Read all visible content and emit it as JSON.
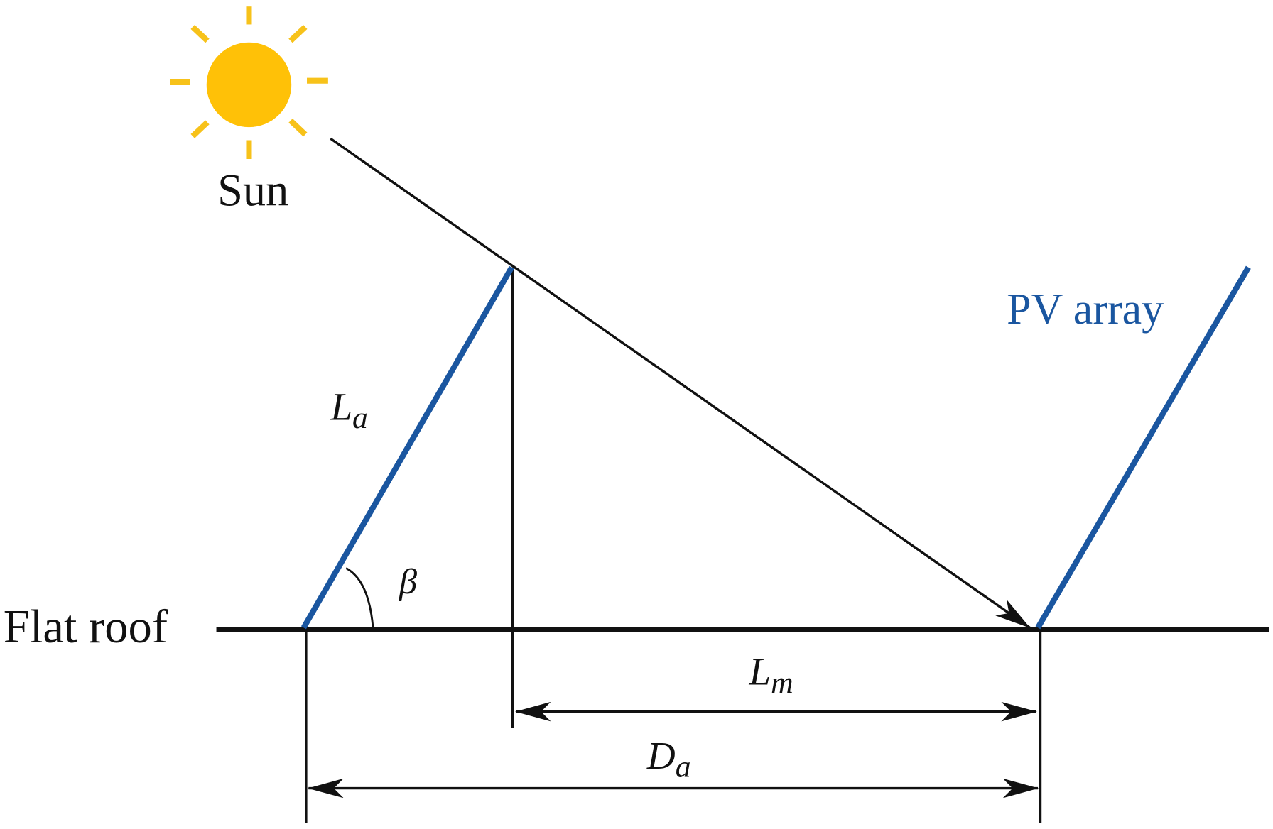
{
  "labels": {
    "sun": "Sun",
    "pv_array": "PV array",
    "flat_roof": "Flat roof",
    "panel_length": "L",
    "panel_length_sub": "a",
    "tilt_angle": "β",
    "shadow_length": "L",
    "shadow_length_sub": "m",
    "row_spacing": "D",
    "row_spacing_sub": "a"
  },
  "colors": {
    "sun": "#FFC107",
    "sun_rays": "#F7C21A",
    "panel": "#1A56A0",
    "pv_label": "#1A56A0",
    "lines": "#111111"
  }
}
